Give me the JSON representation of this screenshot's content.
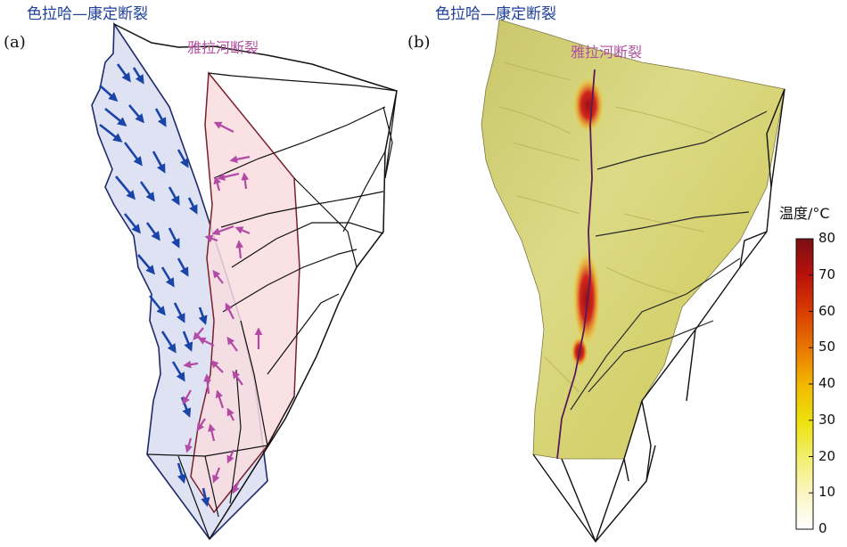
{
  "panel_a": {
    "letter": "(a)",
    "fault_top": "色拉哈—康定断裂",
    "fault_mid": "雅拉河断裂"
  },
  "panel_b": {
    "letter": "(b)",
    "fault_top": "色拉哈—康定断裂",
    "fault_mid": "雅拉河断裂"
  },
  "colorbar": {
    "title": "温度/°C",
    "ticks": [
      80,
      70,
      60,
      50,
      40,
      30,
      20,
      10,
      0
    ],
    "range": [
      0,
      80
    ],
    "colors": [
      "#ffffff",
      "#fbf6c4",
      "#f3ee6b",
      "#ece20e",
      "#f2b700",
      "#e97800",
      "#d93c00",
      "#b8100c",
      "#7a0f14"
    ]
  },
  "colors": {
    "blue_fault": "#1f3f9a",
    "pink_fault": "#b0509e",
    "blue_arrow": "#1a44a8",
    "pink_arrow": "#b34aa6",
    "blue_fill": "#dfe2f3",
    "pink_fill": "#f8dcdf",
    "surface": "#d9d671"
  }
}
